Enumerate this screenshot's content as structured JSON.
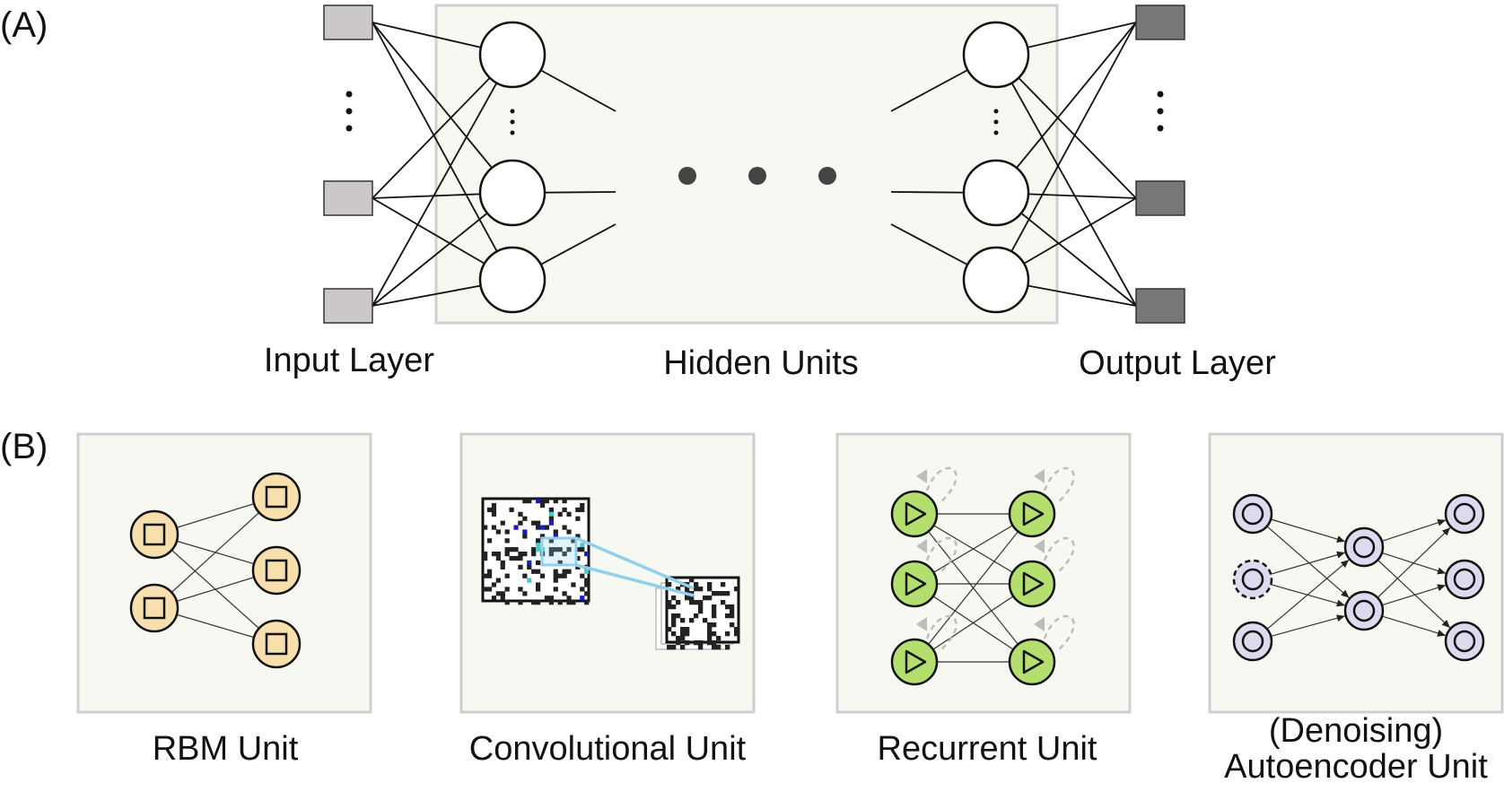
{
  "panel_a": {
    "label": "(A)",
    "input_label": "Input Layer",
    "hidden_label": "Hidden Units",
    "output_label": "Output Layer"
  },
  "panel_b": {
    "label": "(B)",
    "units": [
      {
        "id": "rbm",
        "label": "RBM Unit"
      },
      {
        "id": "conv",
        "label": "Convolutional Unit"
      },
      {
        "id": "rnn",
        "label": "Recurrent Unit"
      },
      {
        "id": "ae",
        "label_line1": "(Denoising)",
        "label_line2": "Autoencoder Unit"
      }
    ]
  },
  "colors": {
    "panel_bg": "#f7f8f2",
    "panel_border": "#cfcfcf",
    "input_square": "#cdc8c8",
    "output_square": "#777777",
    "rbm_node": "#f7dfae",
    "rnn_node": "#b4df6e",
    "ae_node": "#ddd9ef",
    "conv_highlight": "#8fd0ea"
  }
}
